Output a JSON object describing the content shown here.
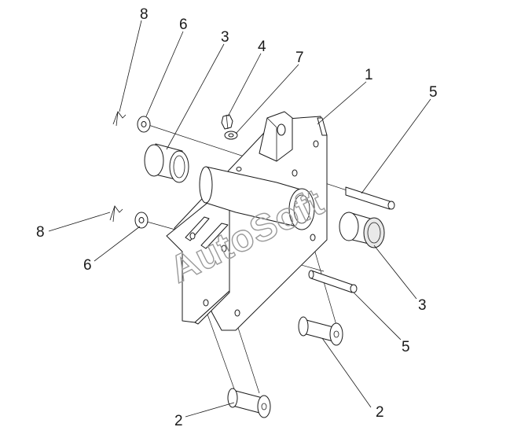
{
  "callouts": [
    {
      "id": "c8a",
      "text": "8"
    },
    {
      "id": "c6a",
      "text": "6"
    },
    {
      "id": "c3a",
      "text": "3"
    },
    {
      "id": "c4",
      "text": "4"
    },
    {
      "id": "c7",
      "text": "7"
    },
    {
      "id": "c1",
      "text": "1"
    },
    {
      "id": "c5a",
      "text": "5"
    },
    {
      "id": "c8b",
      "text": "8"
    },
    {
      "id": "c6b",
      "text": "6"
    },
    {
      "id": "c3b",
      "text": "3"
    },
    {
      "id": "c5b",
      "text": "5"
    },
    {
      "id": "c2a",
      "text": "2"
    },
    {
      "id": "c2b",
      "text": "2"
    }
  ],
  "watermark": "AutoSoft"
}
